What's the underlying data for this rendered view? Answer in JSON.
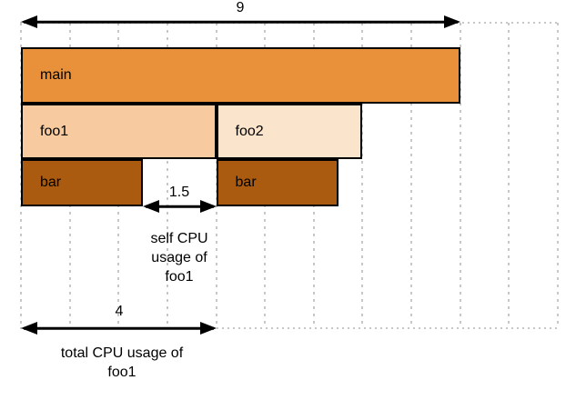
{
  "colors": {
    "frame_main": "#E8913A",
    "frame_foo1": "#F7CB9F",
    "frame_foo2": "#FAE4CC",
    "frame_bar": "#AA5B0F",
    "frame_border": "#000000",
    "grid_line": "#C7C7C7",
    "arrow": "#000000",
    "text": "#000000"
  },
  "grid": {
    "unit_count": 11
  },
  "diagram": {
    "frames": [
      {
        "label": "main",
        "depth": 0,
        "start": 0,
        "width": 9,
        "fill": "#E8913A"
      },
      {
        "label": "foo1",
        "depth": 1,
        "start": 0,
        "width": 4,
        "fill": "#F7CB9F"
      },
      {
        "label": "foo2",
        "depth": 1,
        "start": 4,
        "width": 3,
        "fill": "#FAE4CC"
      },
      {
        "label": "bar",
        "depth": 2,
        "start": 0,
        "width": 2.5,
        "fill": "#AA5B0F"
      },
      {
        "label": "bar",
        "depth": 2,
        "start": 4,
        "width": 2.5,
        "fill": "#AA5B0F"
      }
    ],
    "measurements": [
      {
        "value": "9",
        "from": 0,
        "to": 9
      },
      {
        "value": "1.5",
        "from": 2.5,
        "to": 4
      },
      {
        "value": "4",
        "from": 0,
        "to": 4
      }
    ],
    "captions": {
      "self": {
        "lines": [
          "self CPU",
          "usage of",
          "foo1"
        ]
      },
      "total": {
        "lines": [
          "total CPU usage of",
          "foo1"
        ]
      }
    }
  }
}
